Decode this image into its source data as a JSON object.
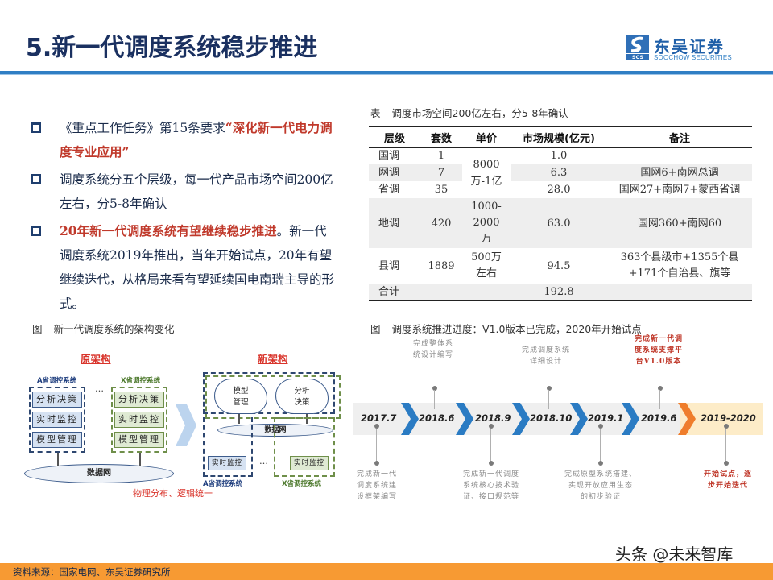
{
  "header": {
    "title": "5.新一代调度系统稳步推进",
    "logo_cn": "东吴证券",
    "logo_en": "SOOCHOW SECURITIES",
    "logo_mark_text": "SCS",
    "accent_color": "#2f7ec4",
    "title_color": "#1a3060"
  },
  "bullets": [
    {
      "text_plain": "《重点工作任务》第15条要求",
      "text_red": "“深化新一代电力调度专业应用”",
      "text_after": ""
    },
    {
      "text_plain": "调度系统分五个层级，每一代产品市场空间200亿左右，分5-8年确认",
      "text_red": "",
      "text_after": ""
    },
    {
      "text_plain": "",
      "text_red": "20年新一代调度系统有望继续稳步推进",
      "text_after": "。新一代调度系统2019年推出，当年开始试点，20年有望继续迭代，从格局来看有望延续国电南瑞主导的形式。"
    }
  ],
  "table": {
    "caption_prefix": "表",
    "caption": "调度市场空间200亿左右，分5-8年确认",
    "headers": [
      "层级",
      "套数",
      "单价",
      "市场规模(亿元)",
      "备注"
    ],
    "rows": [
      {
        "level": "国调",
        "count": "1",
        "price": "8000万-1亿",
        "size": "1.0",
        "note": ""
      },
      {
        "level": "网调",
        "count": "7",
        "price": "",
        "size": "6.3",
        "note": "国网6+南网总调"
      },
      {
        "level": "省调",
        "count": "35",
        "price": "",
        "size": "28.0",
        "note": "国网27+南网7+蒙西省调"
      },
      {
        "level": "地调",
        "count": "420",
        "price": "1000-2000万",
        "size": "63.0",
        "note": "国网360+南网60"
      },
      {
        "level": "县调",
        "count": "1889",
        "price": "500万左右",
        "size": "94.5",
        "note": "363个县级市+1355个县+171个自治县、旗等"
      },
      {
        "level": "合计",
        "count": "",
        "price": "",
        "size": "192.8",
        "note": ""
      }
    ],
    "price_lines": {
      "r0a": "8000",
      "r0b": "万-1亿",
      "r3a": "1000-",
      "r3b": "2000",
      "r3c": "万",
      "r4a": "500万",
      "r4b": "左右"
    },
    "note_lines": {
      "r4a": "363个县级市+1355个县",
      "r4b": "+171个自治县、旗等"
    }
  },
  "figure_arch": {
    "caption_prefix": "图",
    "caption": "新一代调度系统的架构变化",
    "old_title": "原架构",
    "new_title": "新架构",
    "sys_a": "A省调控系统",
    "sys_x": "X省调控系统",
    "modules": [
      "分析决策",
      "实时监控",
      "模型管理"
    ],
    "data_net": "数据网",
    "ellipsis": "…",
    "cloud_model": [
      "模型",
      "管理"
    ],
    "cloud_analysis": [
      "分析",
      "决策"
    ],
    "realtime": "实时监控",
    "footer": "物理分布、逻辑统一"
  },
  "figure_timeline": {
    "caption_prefix": "图",
    "caption": "调度系统推进进度：V1.0版本已完成，2020年开始试点",
    "milestones": [
      {
        "date": "2017.7",
        "note": [
          "完成新一代",
          "调度系统建",
          "设框架编写"
        ],
        "position": "below",
        "highlight": false
      },
      {
        "date": "2018.6",
        "note": [
          "完成整体系",
          "统设计编写"
        ],
        "position": "above",
        "highlight": false
      },
      {
        "date": "2018.9",
        "note": [
          "完成新一代调度",
          "系统核心技术验",
          "证、接口规范等"
        ],
        "position": "below",
        "highlight": false
      },
      {
        "date": "2018.10",
        "note": [
          "完成调度系统",
          "详细设计"
        ],
        "position": "above",
        "highlight": false
      },
      {
        "date": "2019.1",
        "note": [
          "完成原型系统搭建、",
          "实现开放应用生态",
          "的初步验证"
        ],
        "position": "below",
        "highlight": false
      },
      {
        "date": "2019.6",
        "note": [
          "完成新一代调",
          "度系统支撑平",
          "台V1.0版本"
        ],
        "position": "above",
        "highlight": true
      },
      {
        "date": "2019-2020",
        "note": [
          "开始试点，逐",
          "步开始迭代"
        ],
        "position": "below",
        "highlight": true
      }
    ],
    "chevron_color": "#2a7bc3",
    "chevron_last_color": "#ef7d2b"
  },
  "footer": {
    "source": "资料来源：国家电网、东吴证券研究所",
    "bar_color": "#f79a33"
  },
  "watermark": "头条 @未来智库"
}
